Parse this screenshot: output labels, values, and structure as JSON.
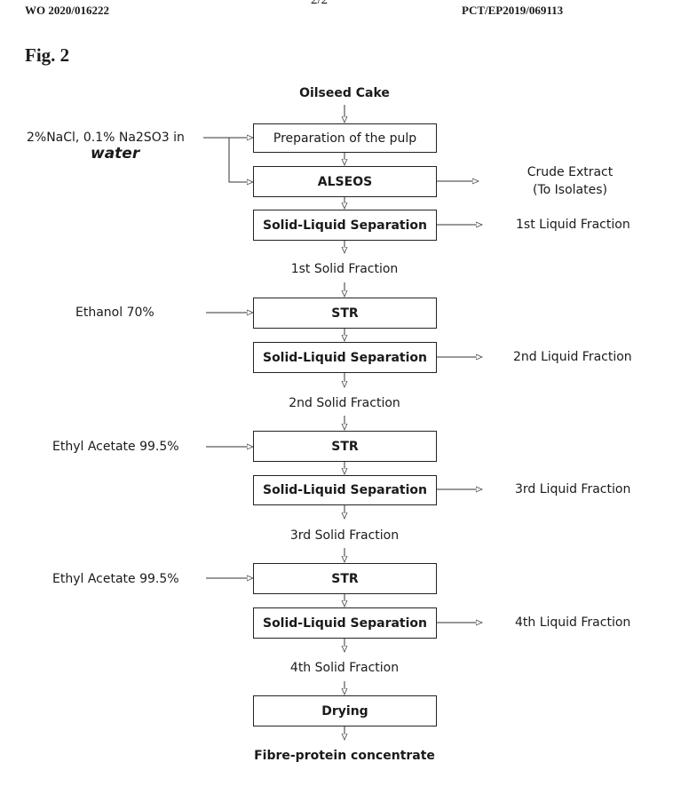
{
  "header": {
    "left": "WO 2020/016222",
    "center": "2/2",
    "right": "PCT/EP2019/069113"
  },
  "figure_label": "Fig. 2",
  "start": "Oilseed Cake",
  "end": "Fibre-protein  concentrate",
  "boxes": {
    "prep": "Preparation of the pulp",
    "alseos": "ALSEOS",
    "sep1": "Solid-Liquid Separation",
    "str1": "STR",
    "sep2": "Solid-Liquid Separation",
    "str2": "STR",
    "sep3": "Solid-Liquid Separation",
    "str3": "STR",
    "sep4": "Solid-Liquid Separation",
    "drying": "Drying"
  },
  "inputs": {
    "solvent1": "2%NaCl, 0.1% Na2SO3 in",
    "solvent1_hand": "water",
    "ethanol": "Ethanol 70%",
    "ethyl1": "Ethyl Acetate 99.5%",
    "ethyl2": "Ethyl Acetate 99.5%"
  },
  "outputs": {
    "crude1": "Crude Extract",
    "crude2": "(To Isolates)",
    "liq1": "1st Liquid Fraction",
    "liq2": "2nd Liquid Fraction",
    "liq3": "3rd Liquid Fraction",
    "liq4": "4th Liquid Fraction"
  },
  "solids": {
    "s1": "1st Solid Fraction",
    "s2": "2nd Solid Fraction",
    "s3": "3rd Solid Fraction",
    "s4": "4th Solid Fraction"
  }
}
